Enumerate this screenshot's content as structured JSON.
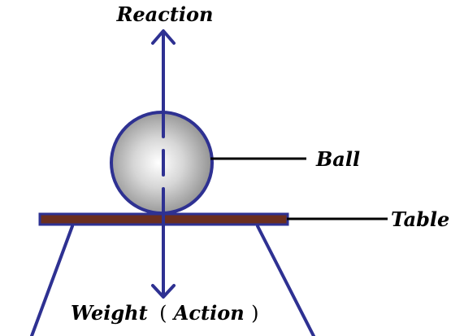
{
  "labels": {
    "reaction": "Reaction",
    "ball": "Ball",
    "table": "Table",
    "weight": "Weight",
    "action": "Action",
    "paren_open": "(",
    "paren_close": ")"
  },
  "colors": {
    "outline": "#2e3192",
    "tabletop_fill": "#6b2e1f",
    "leader_line": "#000000",
    "ball_highlight": "#ffffff",
    "ball_shadow": "#8e8e8e"
  }
}
